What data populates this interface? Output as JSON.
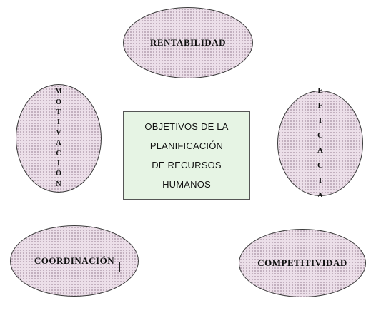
{
  "diagram": {
    "center": {
      "lines": [
        "OBJETIVOS DE LA",
        "PLANIFICACIÓN",
        "DE RECURSOS",
        "HUMANOS"
      ],
      "fill_color": "#e6f4e4"
    },
    "ovals": {
      "rentabilidad": {
        "label": "RENTABILIDAD"
      },
      "motivacion": {
        "label": "MOTIVACIÓN",
        "letters": [
          "M",
          "O",
          "T",
          "I",
          "V",
          "A",
          "C",
          "I",
          "Ó",
          "N"
        ]
      },
      "eficacia": {
        "label": "EFICACIA",
        "letters": [
          "E",
          "F",
          "I",
          "C",
          "A",
          "C",
          "I",
          "A"
        ]
      },
      "coordinacion": {
        "label": "COORDINACIÓN"
      },
      "competitividad": {
        "label": "COMPETITIVIDAD"
      }
    },
    "oval_fill_color": "#ecdfe9"
  }
}
